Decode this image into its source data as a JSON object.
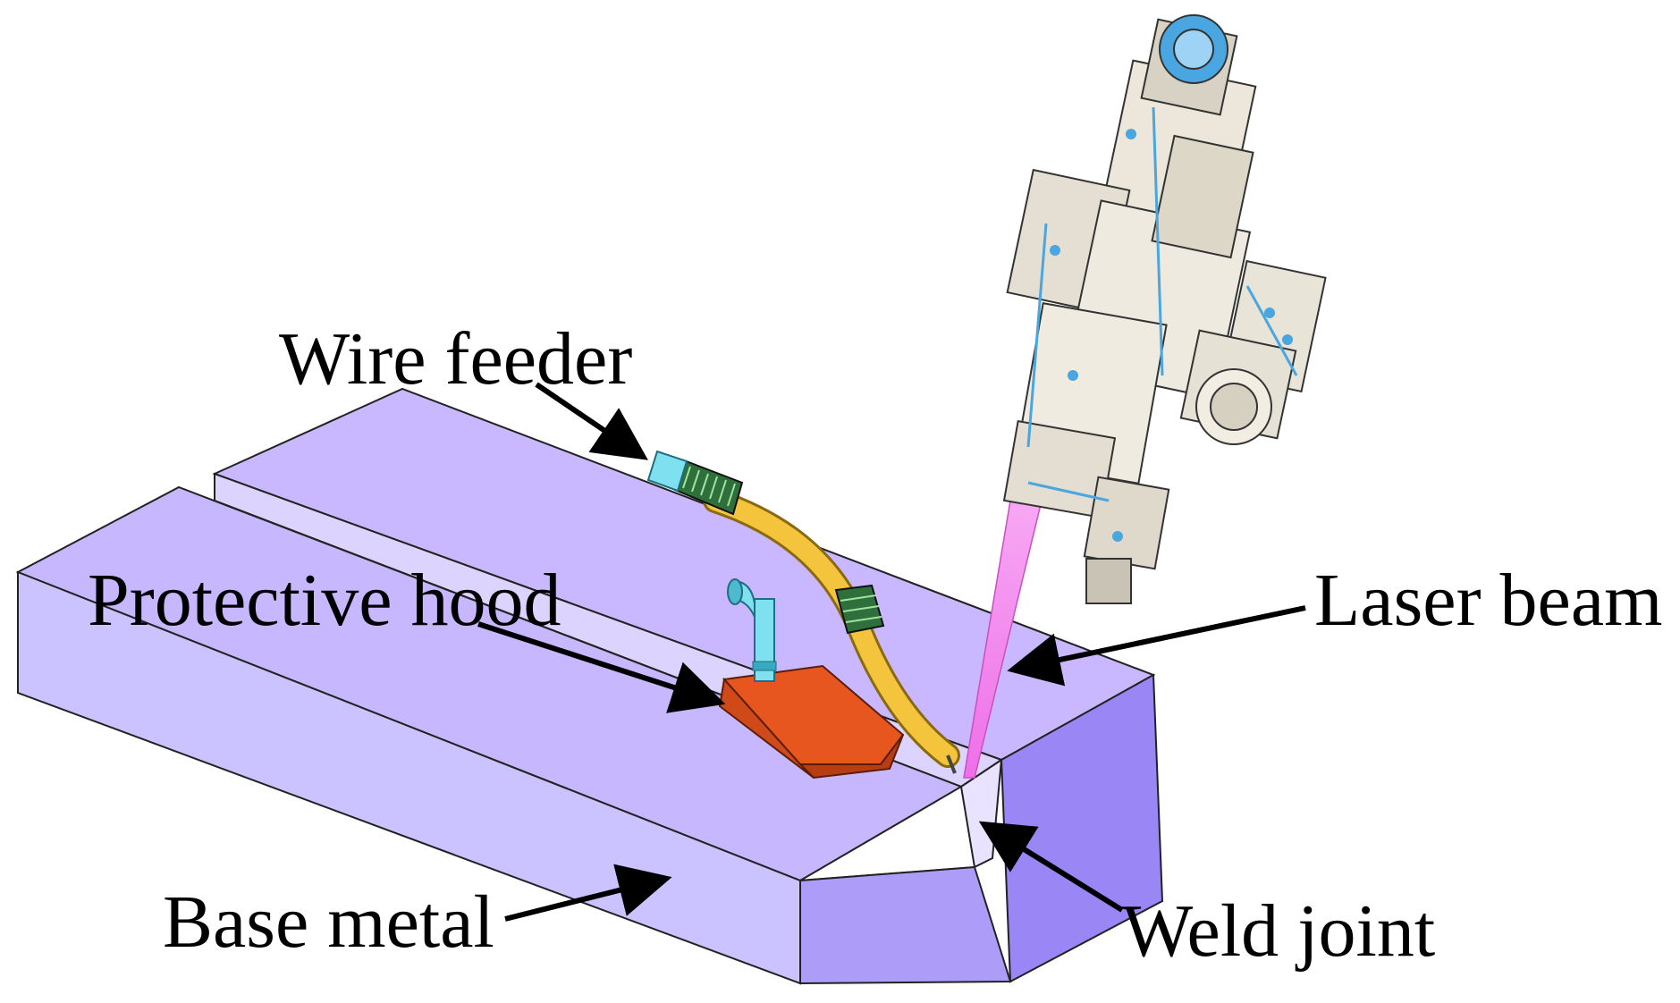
{
  "labels": {
    "wire_feeder": "Wire feeder",
    "protective_hood": "Protective hood",
    "laser_beam": "Laser beam",
    "base_metal": "Base metal",
    "weld_joint": "Weld joint"
  },
  "colors": {
    "plate_top": "#c9b8ff",
    "plate_front": "#c8c0ff",
    "plate_side": "#9a86f5",
    "groove": "#ddd3ff",
    "hood": "#e8561f",
    "hood_dark": "#b83d12",
    "hose": "#f3c43c",
    "nozzle": "#7fe0f0",
    "beam": "#f48cf0",
    "head_body": "#ece7da",
    "head_detail": "#4aa6e0",
    "outline": "#222222"
  }
}
